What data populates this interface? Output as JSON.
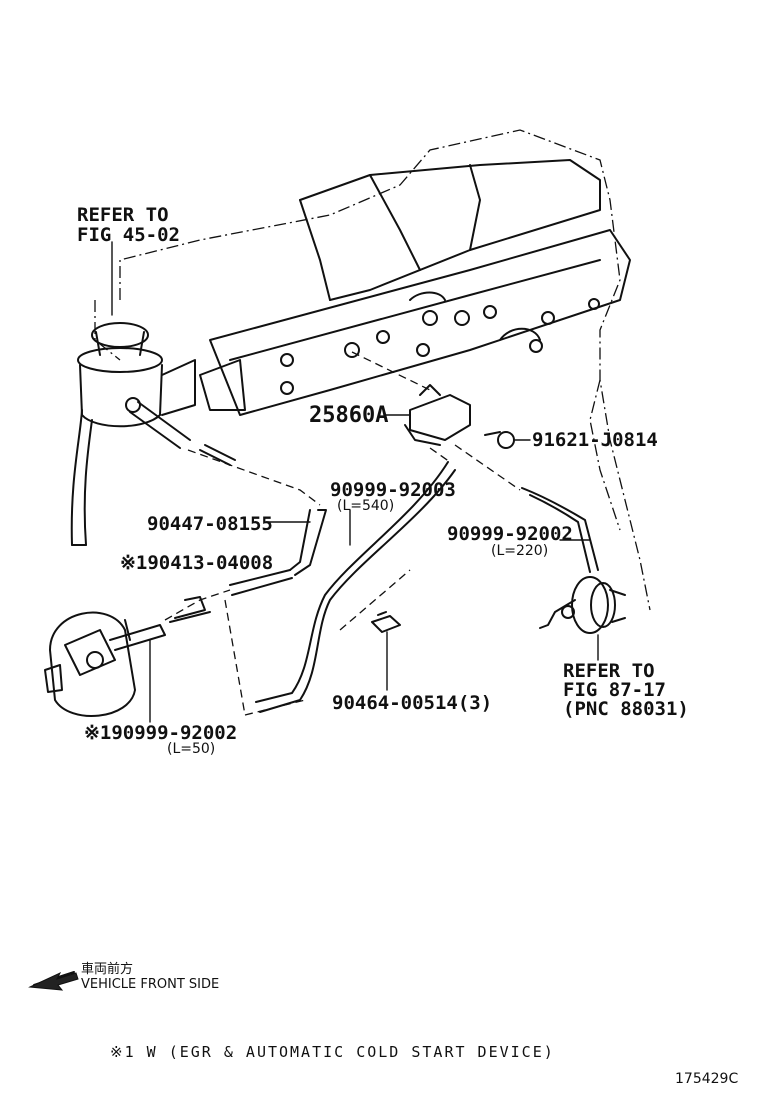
{
  "labels": {
    "refer_to_fig_45": [
      "REFER TO",
      "FIG 45-02"
    ],
    "part_25860A": "25860A",
    "part_91621": "91621-J0814",
    "part_90999_92003": "90999-92003",
    "len_540": "(L=540)",
    "part_90447": "90447-08155",
    "part_90413": "※190413-04008",
    "part_90999_92002_right": "90999-92002",
    "len_220": "(L=220)",
    "refer_to_fig_87": [
      "REFER TO",
      "FIG 87-17",
      "(PNC 88031)"
    ],
    "part_90464": "90464-00514(3)",
    "part_90999_92002_left": "※190999-92002",
    "len_50": "(L=50)"
  },
  "direction": {
    "jp": "車両前方",
    "en": "VEHICLE FRONT SIDE",
    "icon": "left-arrow-icon"
  },
  "footnote": "※1 W (EGR & AUTOMATIC COLD START DEVICE)",
  "ref_code": "175429C"
}
